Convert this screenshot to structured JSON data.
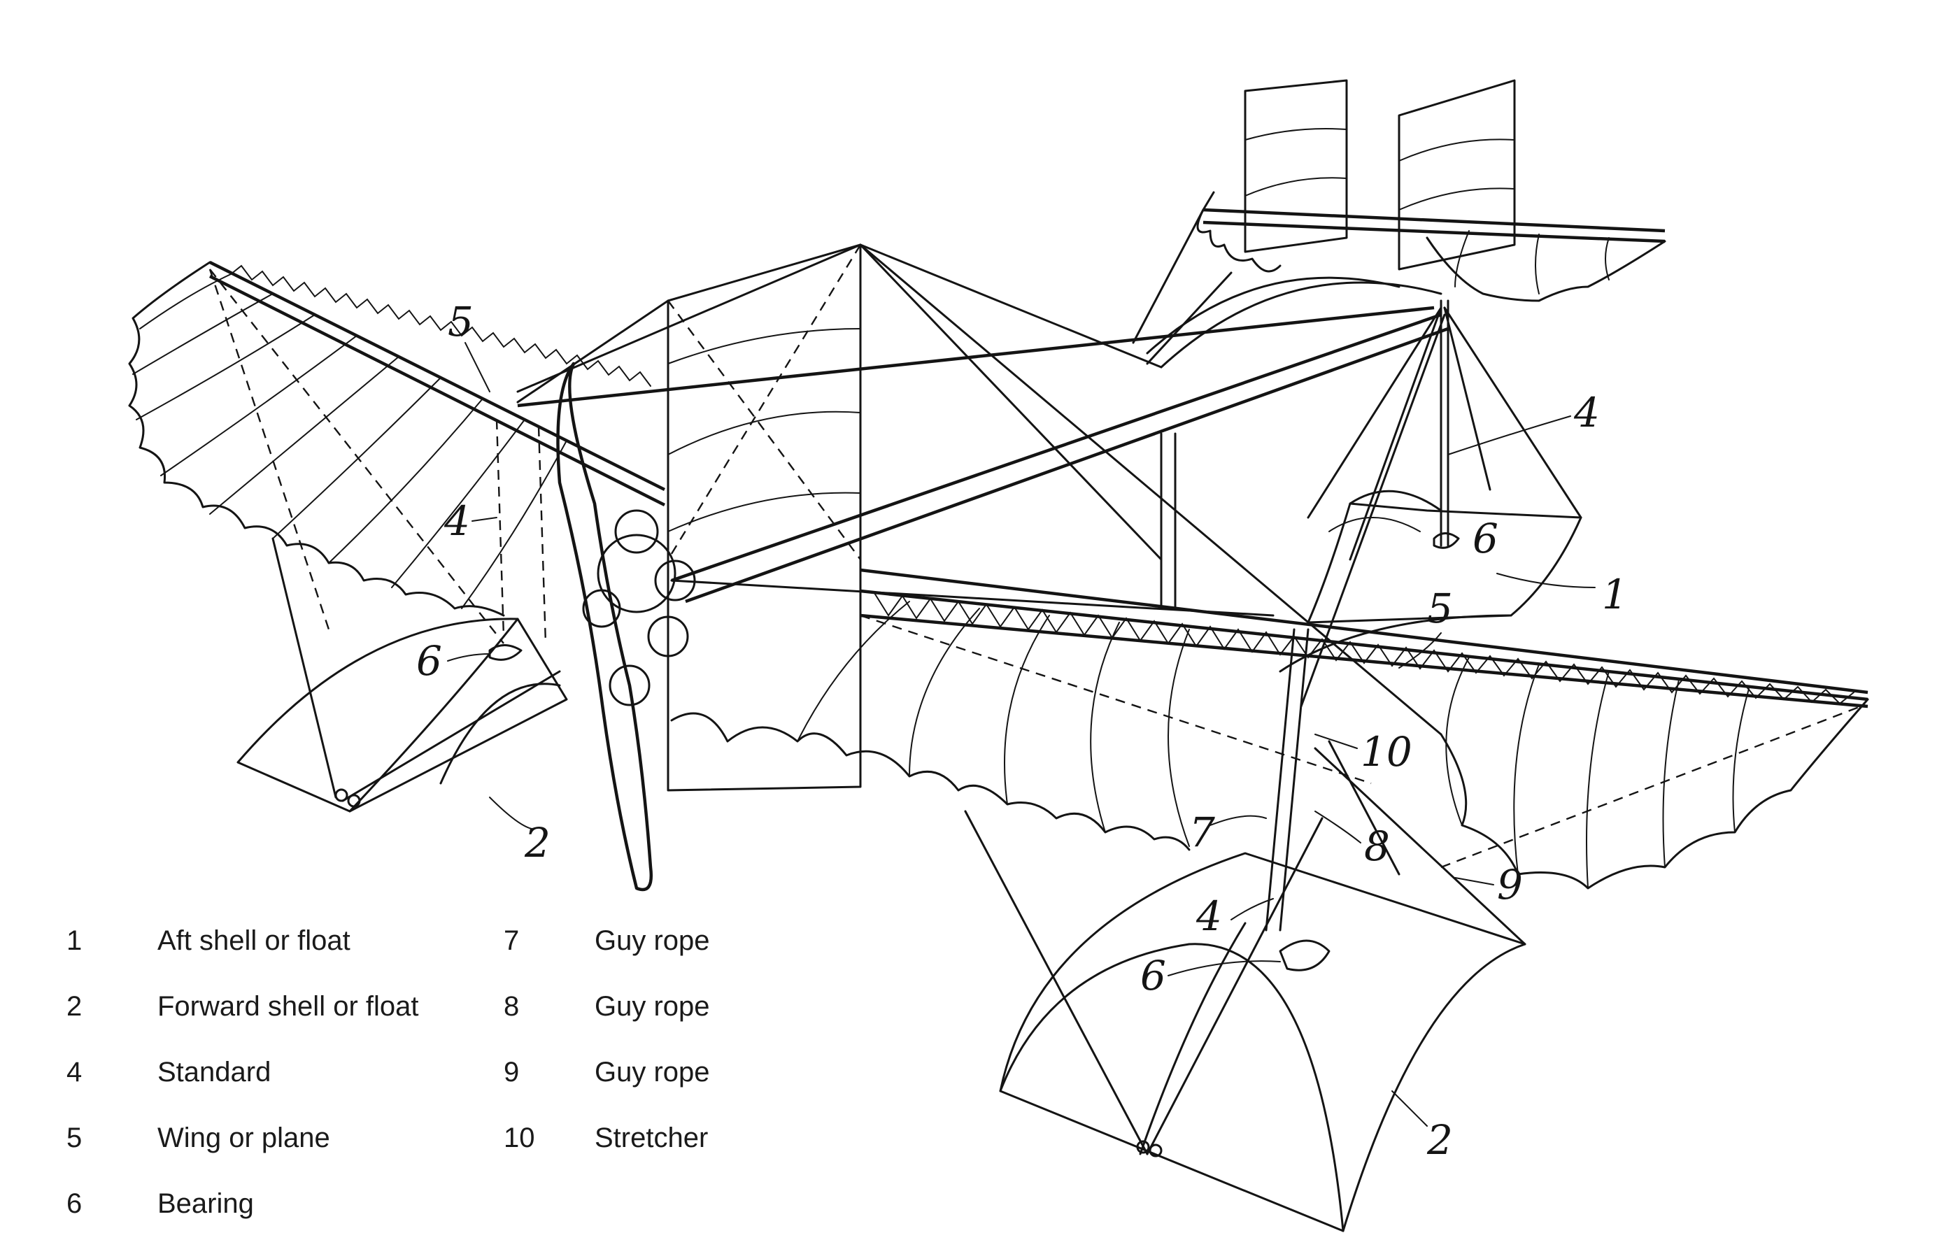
{
  "callouts": {
    "c1": "1",
    "c2a": "2",
    "c2b": "2",
    "c4a": "4",
    "c4b": "4",
    "c4c": "4",
    "c5a": "5",
    "c5b": "5",
    "c6a": "6",
    "c6b": "6",
    "c6c": "6",
    "c7": "7",
    "c8": "8",
    "c9": "9",
    "c10": "10"
  },
  "legend": [
    {
      "number": "1",
      "label": "Aft shell or float"
    },
    {
      "number": "2",
      "label": "Forward shell or float"
    },
    {
      "number": "4",
      "label": "Standard"
    },
    {
      "number": "5",
      "label": "Wing or plane"
    },
    {
      "number": "6",
      "label": "Bearing"
    },
    {
      "number": "7",
      "label": "Guy rope"
    },
    {
      "number": "8",
      "label": "Guy rope"
    },
    {
      "number": "9",
      "label": "Guy rope"
    },
    {
      "number": "10",
      "label": "Stretcher"
    }
  ]
}
